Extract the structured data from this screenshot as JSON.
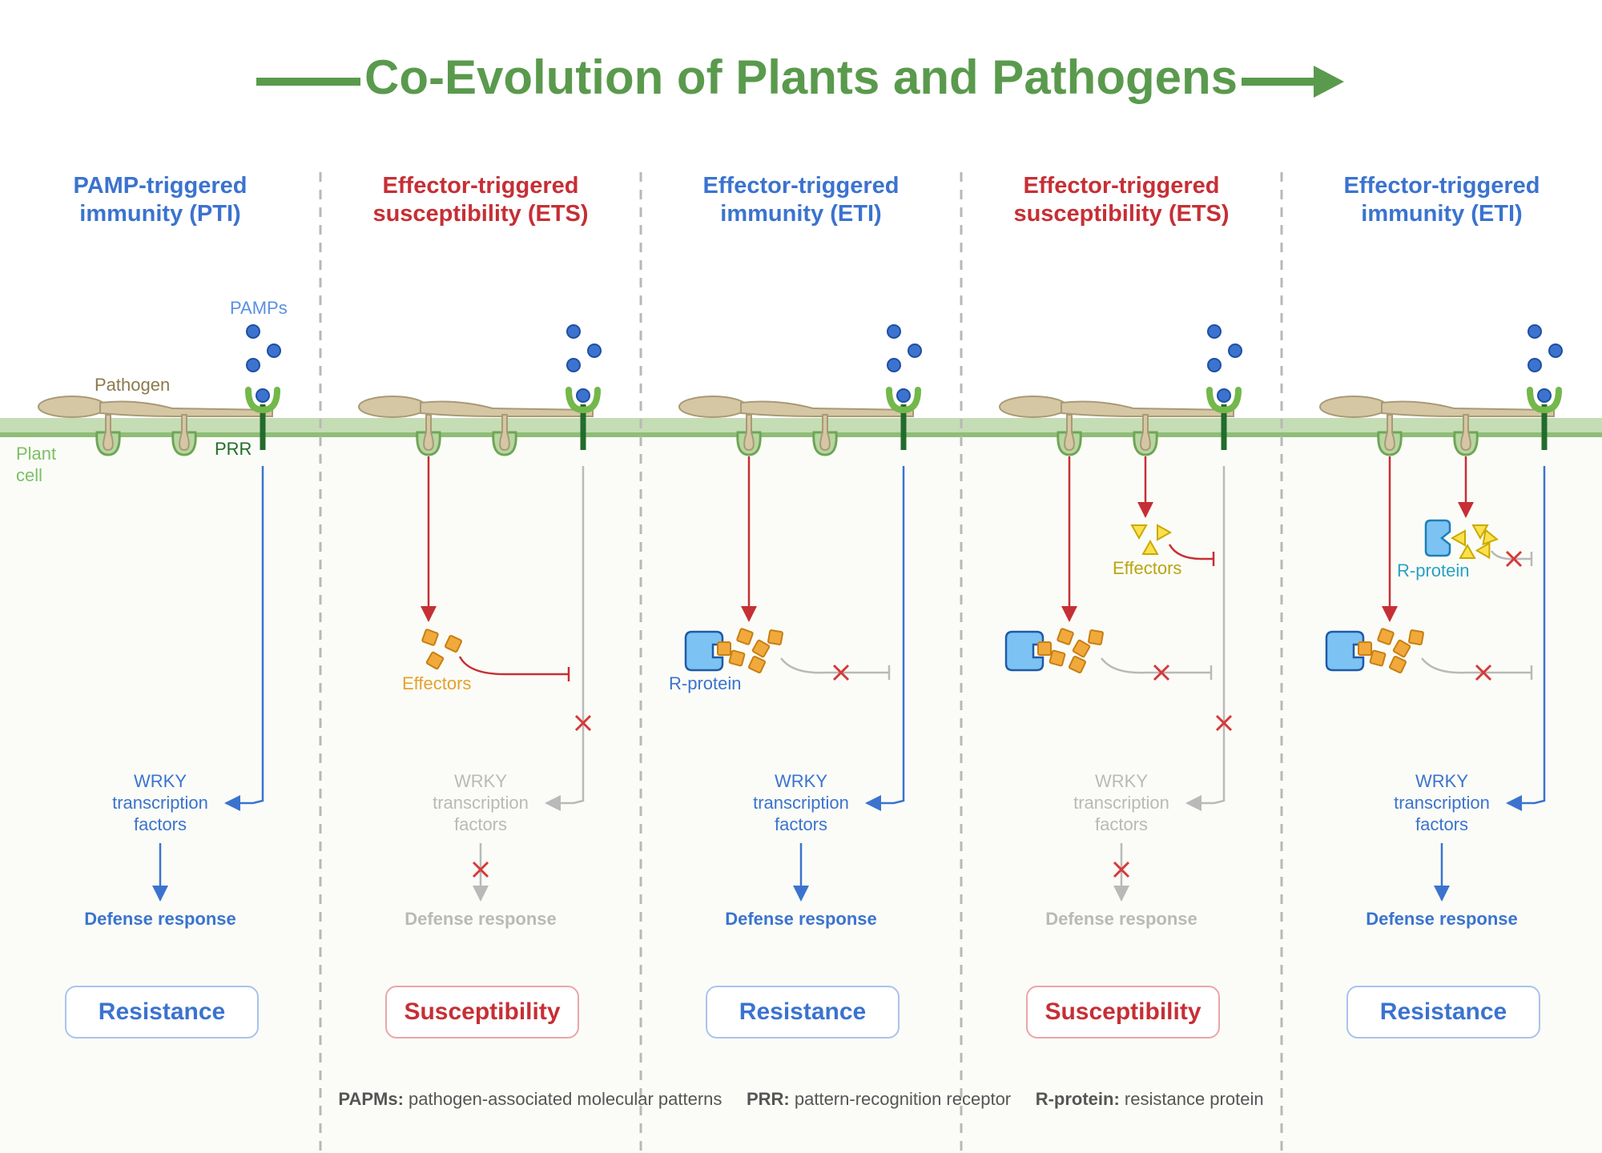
{
  "title": "Co-Evolution of Plants and Pathogens",
  "colors": {
    "title_green": "#5a9a4d",
    "blue": "#3b73cf",
    "red": "#c62f35",
    "gray": "#b9b9b9",
    "membrane": "#c5ddb4",
    "prr_green": "#236b2d",
    "effector_orange": "#f2a93b",
    "effector_yellow": "#fbe14a",
    "rprotein_blue": "#7cc3f4"
  },
  "labels": {
    "pamps": "PAMPs",
    "pathogen": "Pathogen",
    "plant_cell_line1": "Plant",
    "plant_cell_line2": "cell",
    "prr": "PRR",
    "effectors": "Effectors",
    "r_protein": "R-protein"
  },
  "phases": [
    {
      "title_line1": "PAMP-triggered",
      "title_line2": "immunity (PTI)",
      "tone": "blue",
      "wrky_line1": "WRKY",
      "wrky_line2": "transcription",
      "wrky_line3": "factors",
      "defense": "Defense response",
      "outcome": "Resistance"
    },
    {
      "title_line1": "Effector-triggered",
      "title_line2": "susceptibility (ETS)",
      "tone": "red",
      "wrky_line1": "WRKY",
      "wrky_line2": "transcription",
      "wrky_line3": "factors",
      "defense": "Defense response",
      "outcome": "Susceptibility"
    },
    {
      "title_line1": "Effector-triggered",
      "title_line2": "immunity (ETI)",
      "tone": "blue",
      "wrky_line1": "WRKY",
      "wrky_line2": "transcription",
      "wrky_line3": "factors",
      "defense": "Defense response",
      "outcome": "Resistance"
    },
    {
      "title_line1": "Effector-triggered",
      "title_line2": "susceptibility (ETS)",
      "tone": "red",
      "wrky_line1": "WRKY",
      "wrky_line2": "transcription",
      "wrky_line3": "factors",
      "defense": "Defense response",
      "outcome": "Susceptibility"
    },
    {
      "title_line1": "Effector-triggered",
      "title_line2": "immunity (ETI)",
      "tone": "blue",
      "wrky_line1": "WRKY",
      "wrky_line2": "transcription",
      "wrky_line3": "factors",
      "defense": "Defense response",
      "outcome": "Resistance"
    }
  ],
  "footer": {
    "pamps_term": "PAPMs:",
    "pamps_def": "pathogen-associated molecular patterns",
    "prr_term": "PRR:",
    "prr_def": "pattern-recognition receptor",
    "rprotein_term": "R-protein:",
    "rprotein_def": "resistance protein"
  }
}
